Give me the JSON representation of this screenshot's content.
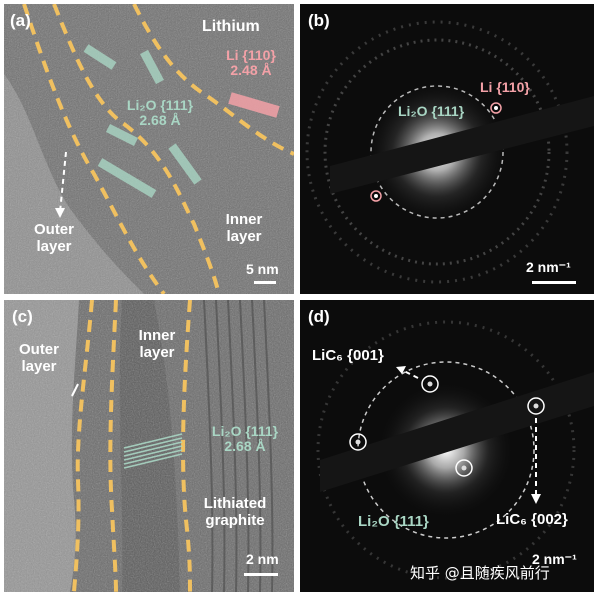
{
  "panel_a": {
    "label": "(a)",
    "lithium": "Lithium",
    "li110_line1": "Li {110}",
    "li110_line2": "2.48 Å",
    "li2o_line1": "Li₂O {111}",
    "li2o_line2": "2.68 Å",
    "outer_line1": "Outer",
    "outer_line2": "layer",
    "inner_line1": "Inner",
    "inner_line2": "layer",
    "scale": "5 nm"
  },
  "panel_b": {
    "label": "(b)",
    "li110": "Li {110}",
    "li2o": "Li₂O {111}",
    "scale": "2 nm⁻¹"
  },
  "panel_c": {
    "label": "(c)",
    "outer_line1": "Outer",
    "outer_line2": "layer",
    "inner_line1": "Inner",
    "inner_line2": "layer",
    "li2o_line1": "Li₂O {111}",
    "li2o_line2": "2.68 Å",
    "lith_line1": "Lithiated",
    "lith_line2": "graphite",
    "scale": "2 nm"
  },
  "panel_d": {
    "label": "(d)",
    "lic001": "LiC₆ {001}",
    "li2o": "Li₂O {111}",
    "lic002": "LiC₆ {002}",
    "scale": "2 nm⁻¹"
  },
  "watermark": "知乎 @且随疾风前行",
  "colors": {
    "annotation_green": "#a9d6c4",
    "annotation_pink": "#f3a1a7",
    "boundary_dashes": "#f0c060"
  }
}
